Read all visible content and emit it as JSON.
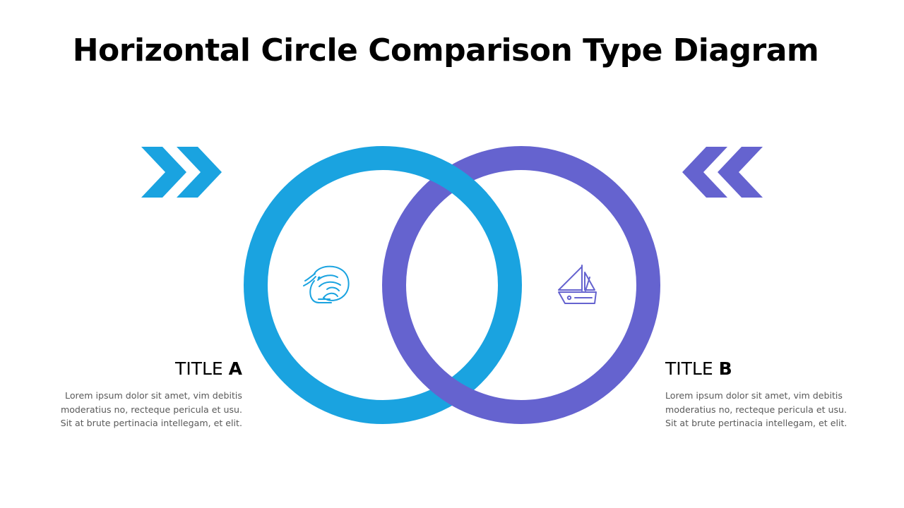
{
  "title": "Horizontal Circle Comparison Type Diagram",
  "colors": {
    "left_accent": "#1aa3e0",
    "right_accent": "#6563cf",
    "text": "#000000",
    "body_text": "#595959"
  },
  "left": {
    "title_prefix": "TITLE ",
    "title_letter": "A",
    "icon": "shrimp-icon",
    "description": "Lorem ipsum dolor sit amet, vim debitis moderatius no, recteque pericula et usu. Sit at brute pertinacia intellegam, et elit.",
    "arrow": "double-chevron-right"
  },
  "right": {
    "title_prefix": "TITLE ",
    "title_letter": "B",
    "icon": "sailboat-icon",
    "description": "Lorem ipsum dolor sit amet, vim debitis moderatius no, recteque pericula et usu. Sit at brute pertinacia intellegam, et elit.",
    "arrow": "double-chevron-left"
  }
}
